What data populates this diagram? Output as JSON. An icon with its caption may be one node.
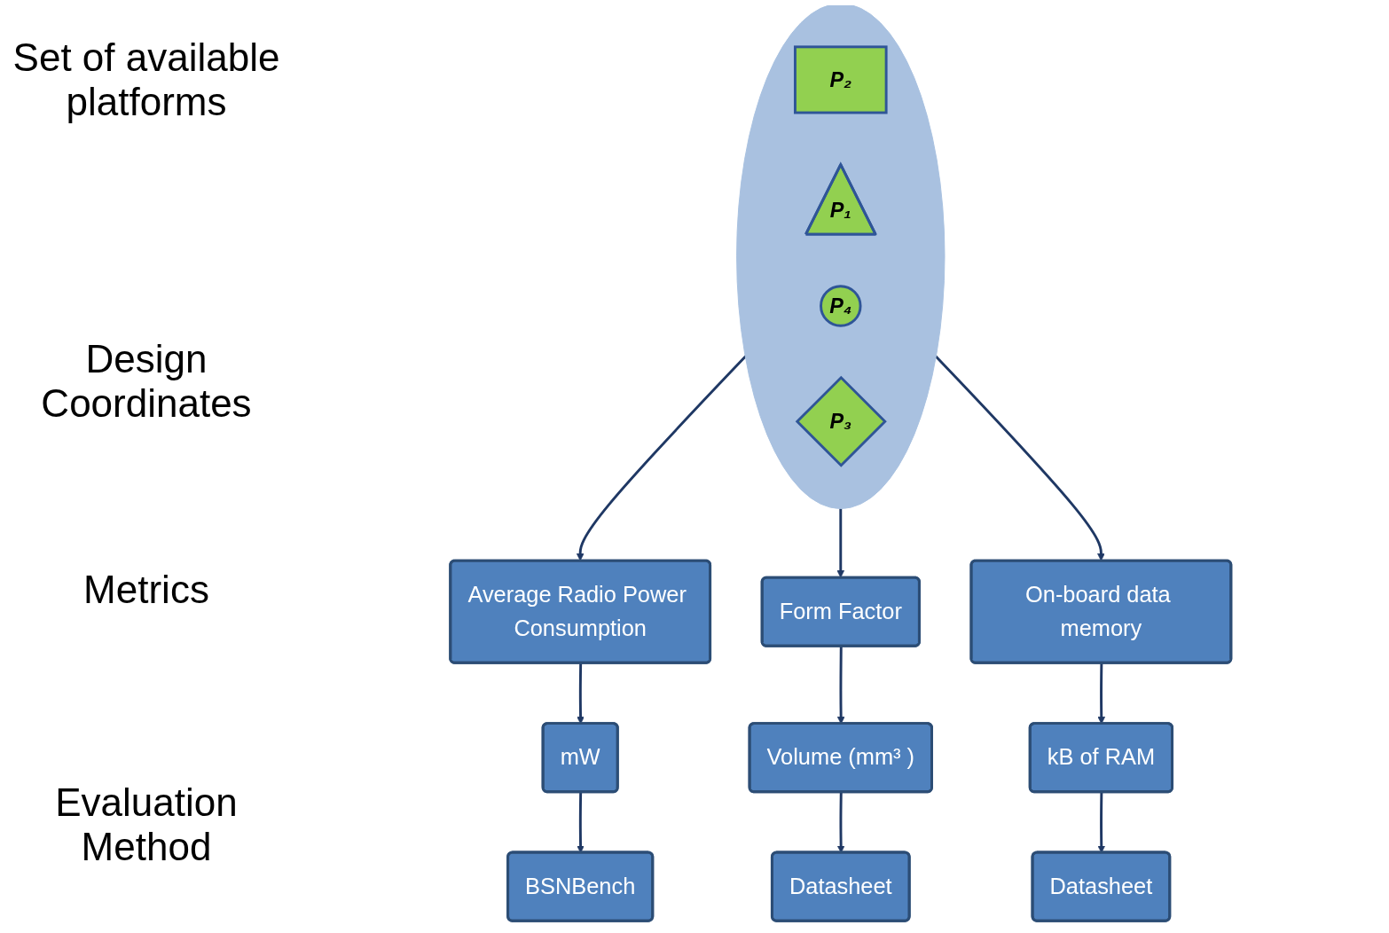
{
  "diagram": {
    "nodes": [
      {
        "text": [],
        "shape": "ellipse"
      },
      {
        "text": [
          "P₂"
        ],
        "in": 0
      },
      {
        "text": [
          "P₁"
        ],
        "in": 0
      },
      {
        "text": [
          "P₄"
        ],
        "in": 0
      },
      {
        "text": [
          "P₃"
        ],
        "in": 0
      },
      {
        "text": [
          "Average Radio Power Consumption"
        ]
      },
      {
        "text": [
          "Form Factor"
        ]
      },
      {
        "text": [
          "On-board data memory"
        ]
      },
      {
        "text": [
          "mW"
        ]
      },
      {
        "text": [
          "Volume (mm³ )"
        ]
      },
      {
        "text": [
          "kB of RAM"
        ]
      },
      {
        "text": [
          "BSNBench"
        ]
      },
      {
        "text": [
          "Datasheet"
        ]
      },
      {
        "text": [
          "Datasheet"
        ]
      }
    ],
    "edges": [
      {
        "from": 0,
        "to": 5,
        "arrow": "to"
      },
      {
        "from": 0,
        "to": 6,
        "arrow": "to"
      },
      {
        "from": 0,
        "to": 7,
        "arrow": "to"
      },
      {
        "from": 5,
        "to": 8,
        "arrow": "to"
      },
      {
        "from": 6,
        "to": 9,
        "arrow": "to"
      },
      {
        "from": 7,
        "to": 10,
        "arrow": "to"
      },
      {
        "from": 8,
        "to": 11,
        "arrow": "to"
      },
      {
        "from": 9,
        "to": 12,
        "arrow": "to"
      },
      {
        "from": 10,
        "to": 13,
        "arrow": "to"
      }
    ],
    "labels": [
      "Set of available platforms",
      "Design Coordinates",
      "Metrics",
      "Evaluation Method"
    ]
  }
}
